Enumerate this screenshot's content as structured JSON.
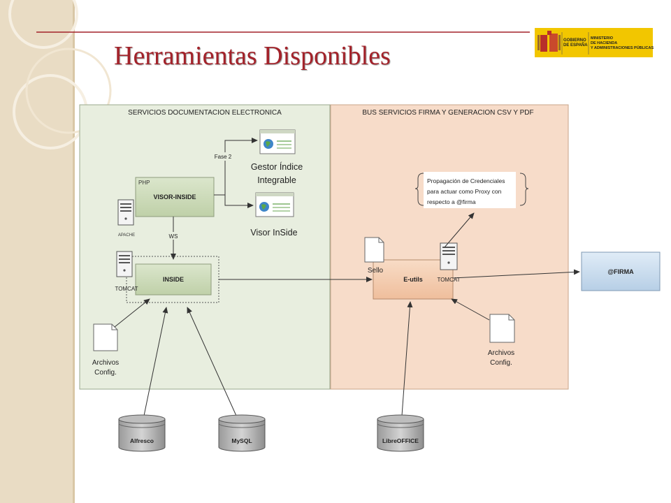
{
  "slide": {
    "title": "Herramientas Disponibles",
    "logo": {
      "left_text": [
        "GOBIERNO",
        "DE ESPAÑA"
      ],
      "right_text": [
        "MINISTERIO",
        "DE HACIENDA",
        "Y ADMINISTRACIONES PÚBLICAS"
      ]
    }
  },
  "diagram": {
    "left_panel_title": "SERVICIOS DOCUMENTACION ELECTRONICA",
    "right_panel_title": "BUS SERVICIOS FIRMA Y GENERACION CSV Y PDF",
    "php_label": "PHP",
    "visor_inside": "VISOR-INSIDE",
    "apache_label": "APACHE",
    "ws_label": "WS",
    "fase2_label": "Fase 2",
    "gestor_label": [
      "Gestor Índice",
      "Integrable"
    ],
    "visor_label": "Visor InSide",
    "inside_label": "INSIDE",
    "tomcat_left": "TOMCAT",
    "archivos_left": [
      "Archivos",
      "Config."
    ],
    "propagacion": [
      "Propagación de Credenciales",
      "para actuar como Proxy con",
      "respecto a @firma"
    ],
    "sello_label": "Sello",
    "eutils_label": "E-utils",
    "tomcat_right": "TOMCAT",
    "archivos_right": [
      "Archivos",
      "Config."
    ],
    "firma_label": "@FIRMA",
    "db_alfresco": "Alfresco",
    "db_mysql": "MySQL",
    "db_libreoffice": "LibreOFFICE"
  },
  "colors": {
    "title": "#a3222a",
    "left_panel": "#e8eedf",
    "right_panel": "#f7dcc9",
    "box_green": "#cfdcbd",
    "eutils_box": "#f3cfb3",
    "firma_box": "#c8dcee",
    "sidebar": "#e9dcc4"
  }
}
